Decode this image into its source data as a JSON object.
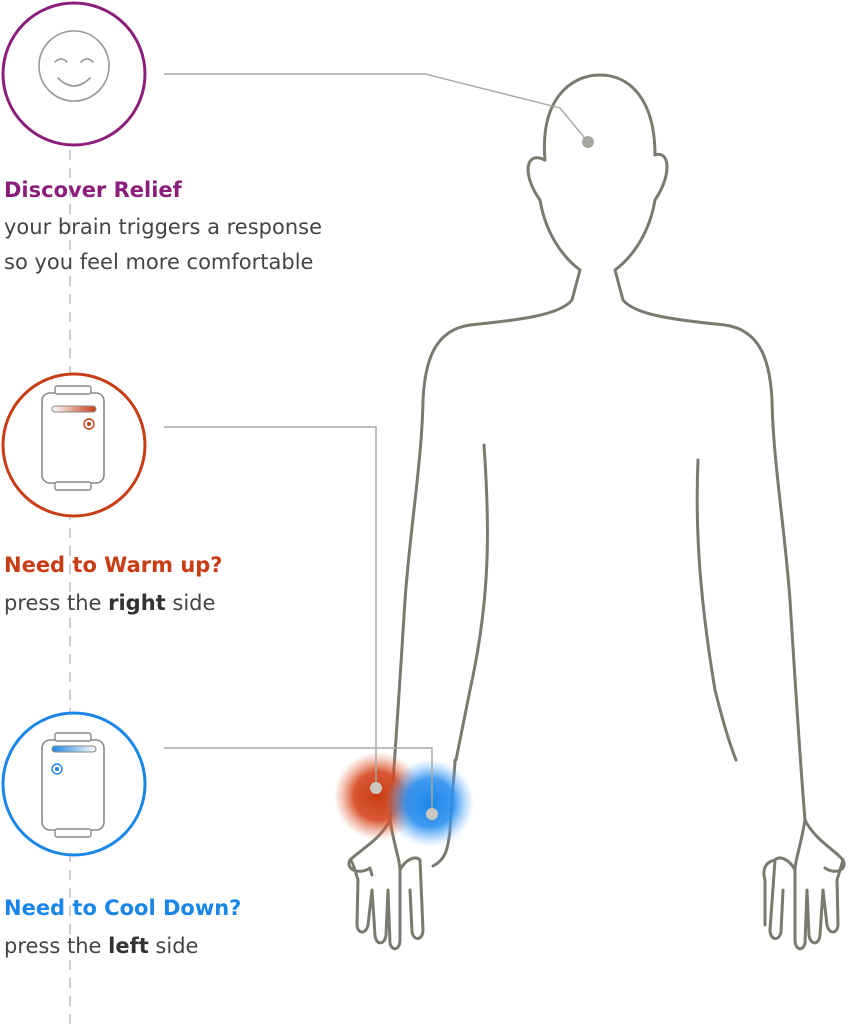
{
  "colors": {
    "relief": "#8b1e7a",
    "warm": "#c83c16",
    "cool": "#1a86e8",
    "body_outline": "#7a7a70",
    "connector": "#a8a8a0",
    "dashed_line": "#bdbdbd"
  },
  "relief": {
    "icon": "smiley-face-icon",
    "heading": "Discover Relief",
    "line1": "your brain triggers a response",
    "line2": "so you feel more comfortable"
  },
  "warm": {
    "icon": "device-warm-icon",
    "heading": "Need to Warm up?",
    "prefix": "press the ",
    "bold": "right",
    "suffix": " side"
  },
  "cool": {
    "icon": "device-cool-icon",
    "heading": "Need to Cool Down?",
    "prefix": "press the ",
    "bold": "left",
    "suffix": " side"
  },
  "figure": {
    "icon": "human-body-outline-icon"
  }
}
